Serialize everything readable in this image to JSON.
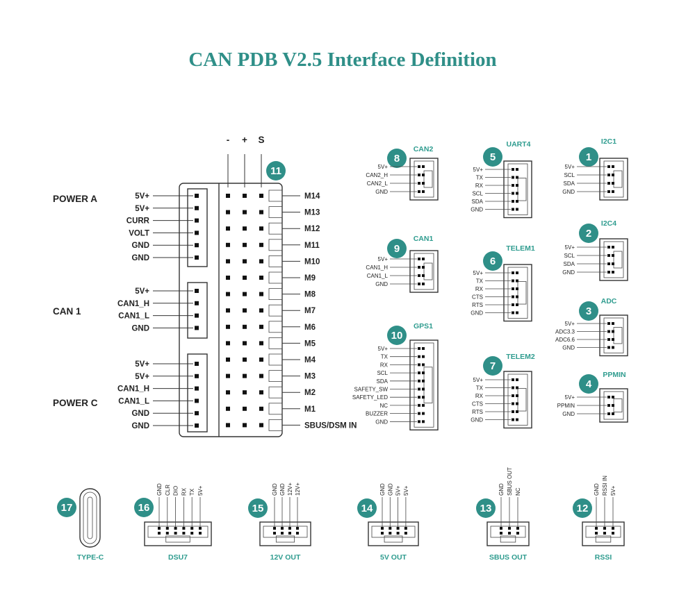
{
  "title": "CAN PDB V2.5 Interface Definition",
  "colors": {
    "accent": "#2f8f88",
    "label": "#2f9c8f",
    "ink": "#222222"
  },
  "header_pins": [
    "-",
    "+",
    "S"
  ],
  "left": {
    "groups": [
      {
        "name": "POWER A",
        "pins": [
          "5V+",
          "5V+",
          "CURR",
          "VOLT",
          "GND",
          "GND"
        ]
      },
      {
        "name": "CAN 1",
        "pins": [
          "5V+",
          "CAN1_H",
          "CAN1_L",
          "GND"
        ]
      },
      {
        "name": "POWER C",
        "pins": [
          "5V+",
          "5V+",
          "CAN1_H",
          "CAN1_L",
          "GND",
          "GND"
        ]
      }
    ],
    "badge": "11",
    "outputs": [
      "M14",
      "M13",
      "M12",
      "M11",
      "M10",
      "M9",
      "M8",
      "M7",
      "M6",
      "M5",
      "M4",
      "M3",
      "M2",
      "M1",
      "SBUS/DSM IN"
    ]
  },
  "connectors": [
    {
      "num": "8",
      "name": "CAN2",
      "pins": [
        "5V+",
        "CAN2_H",
        "CAN2_L",
        "GND"
      ]
    },
    {
      "num": "9",
      "name": "CAN1",
      "pins": [
        "5V+",
        "CAN1_H",
        "CAN1_L",
        "GND"
      ]
    },
    {
      "num": "10",
      "name": "GPS1",
      "pins": [
        "5V+",
        "TX",
        "RX",
        "SCL",
        "SDA",
        "SAFETY_SW",
        "SAFETY_LED",
        "NC",
        "BUZZER",
        "GND"
      ]
    },
    {
      "num": "5",
      "name": "UART4",
      "pins": [
        "5V+",
        "TX",
        "RX",
        "SCL",
        "SDA",
        "GND"
      ]
    },
    {
      "num": "6",
      "name": "TELEM1",
      "pins": [
        "5V+",
        "TX",
        "RX",
        "CTS",
        "RTS",
        "GND"
      ]
    },
    {
      "num": "7",
      "name": "TELEM2",
      "pins": [
        "5V+",
        "TX",
        "RX",
        "CTS",
        "RTS",
        "GND"
      ]
    },
    {
      "num": "1",
      "name": "I2C1",
      "pins": [
        "5V+",
        "SCL",
        "SDA",
        "GND"
      ]
    },
    {
      "num": "2",
      "name": "I2C4",
      "pins": [
        "5V+",
        "SCL",
        "SDA",
        "GND"
      ]
    },
    {
      "num": "3",
      "name": "ADC",
      "pins": [
        "5V+",
        "ADC3.3",
        "ADC6.6",
        "GND"
      ]
    },
    {
      "num": "4",
      "name": "PPMIN",
      "pins": [
        "5V+",
        "PPMIN",
        "GND"
      ]
    }
  ],
  "bottom": [
    {
      "num": "17",
      "name": "TYPE-C",
      "pins": []
    },
    {
      "num": "16",
      "name": "DSU7",
      "pins": [
        "GND",
        "CLR",
        "DIO",
        "RX",
        "TX",
        "5V+"
      ]
    },
    {
      "num": "15",
      "name": "12V OUT",
      "pins": [
        "GND",
        "GND",
        "12V+",
        "12V+"
      ]
    },
    {
      "num": "14",
      "name": "5V OUT",
      "pins": [
        "GND",
        "GND",
        "5V+",
        "5V+"
      ]
    },
    {
      "num": "13",
      "name": "SBUS OUT",
      "pins": [
        "GND",
        "SBUS OUT",
        "NC"
      ]
    },
    {
      "num": "12",
      "name": "RSSI",
      "pins": [
        "GND",
        "RSSI IN",
        "5V+"
      ]
    }
  ]
}
